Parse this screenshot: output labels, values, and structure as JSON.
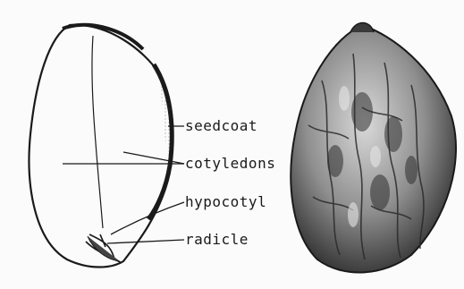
{
  "labels": {
    "seedcoat": "seedcoat",
    "cotyledons": "cotyledons",
    "hypocotyl": "hypocotyl",
    "radicle": "radicle"
  },
  "colors": {
    "ink": "#1a1a1a",
    "background": "#fbfbfb",
    "seed_shade": "#6e6e6e"
  }
}
